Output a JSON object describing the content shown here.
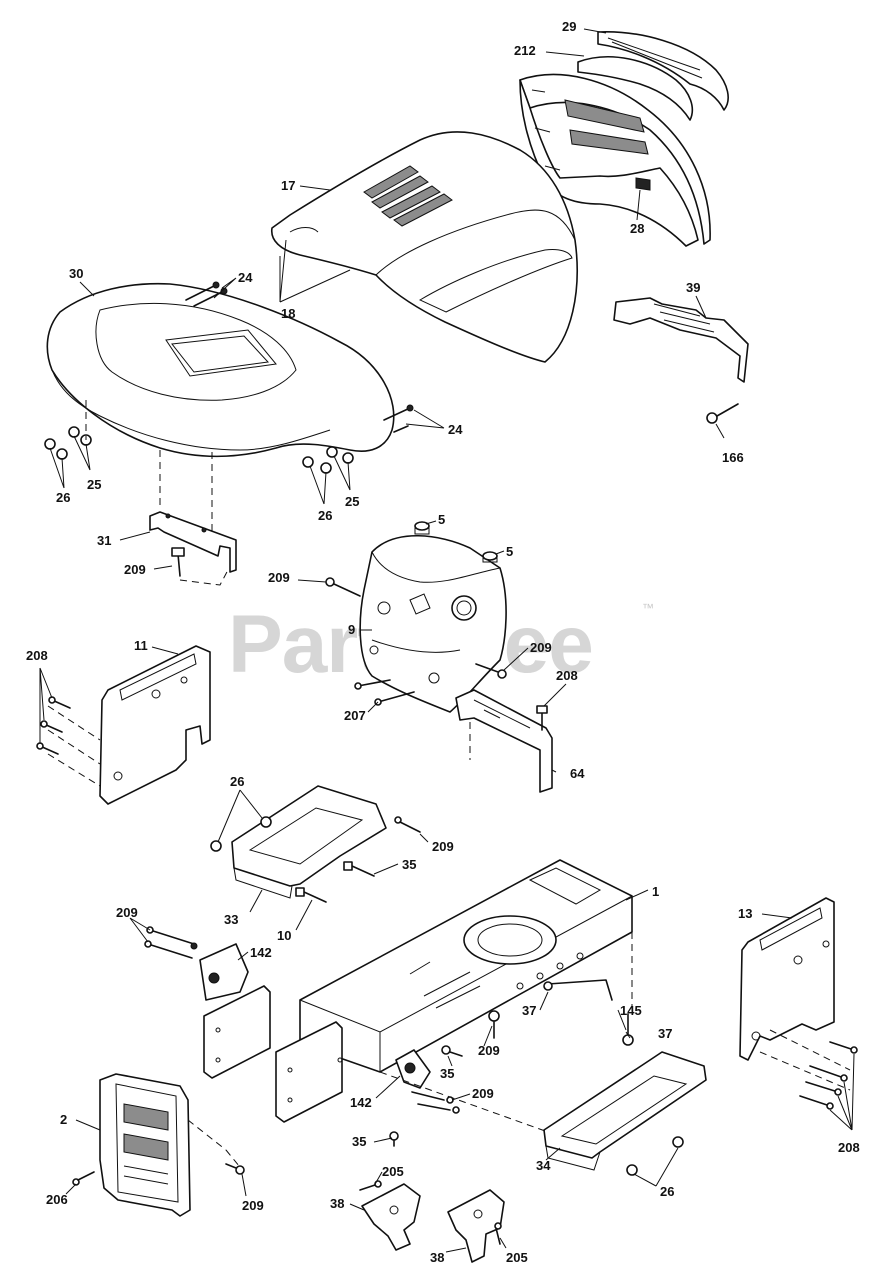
{
  "watermark": {
    "text": "PartsTree",
    "trademark": "™"
  },
  "callouts": {
    "c29": "29",
    "c212": "212",
    "c17": "17",
    "c28": "28",
    "c30": "30",
    "c24a": "24",
    "c18": "18",
    "c39": "39",
    "c24b": "24",
    "c166": "166",
    "c26a": "26",
    "c25a": "25",
    "c26b": "26",
    "c25b": "25",
    "c5a": "5",
    "c5b": "5",
    "c31": "31",
    "c209a": "209",
    "c209b": "209",
    "c9": "9",
    "c209c": "209",
    "c208a": "208",
    "c11": "11",
    "c208b": "208",
    "c207": "207",
    "c64": "64",
    "c26c": "26",
    "c209d": "209",
    "c35a": "35",
    "c33": "33",
    "c10": "10",
    "c1": "1",
    "c209e": "209",
    "c142a": "142",
    "c13": "13",
    "c37a": "37",
    "c145": "145",
    "c37b": "37",
    "c209f": "209",
    "c35b": "35",
    "c209g": "209",
    "c142b": "142",
    "c2": "2",
    "c208c": "208",
    "c35c": "35",
    "c34": "34",
    "c26d": "26",
    "c206": "206",
    "c209h": "209",
    "c205a": "205",
    "c38a": "38",
    "c38b": "38",
    "c205b": "205"
  }
}
